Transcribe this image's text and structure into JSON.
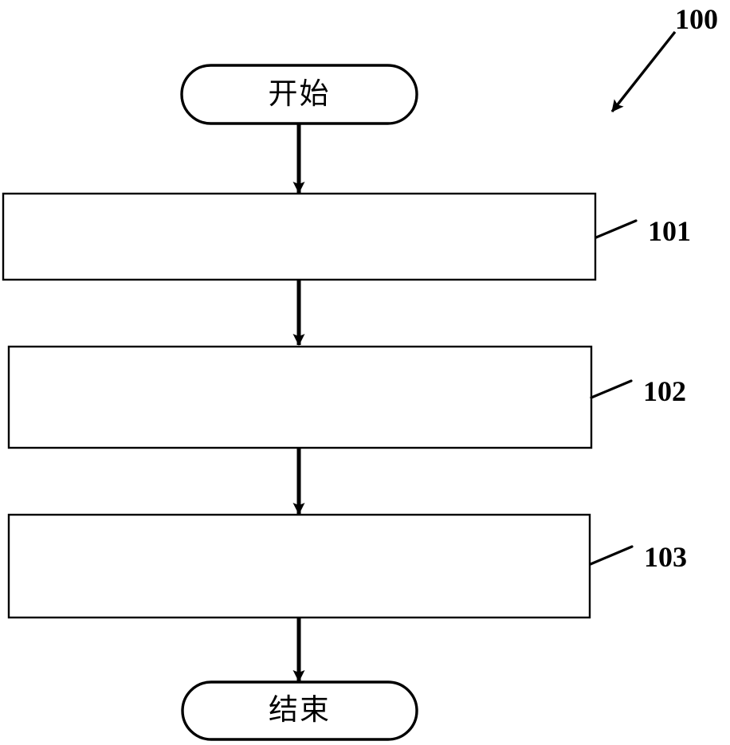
{
  "figure": {
    "reference_numeral": "100",
    "background_color": "#ffffff",
    "stroke_color": "#000000"
  },
  "nodes": {
    "start": {
      "label": "开始",
      "shape": "rounded-terminator"
    },
    "end": {
      "label": "结束",
      "shape": "rounded-terminator"
    },
    "steps": [
      {
        "ref": "101",
        "text": "",
        "shape": "rectangle"
      },
      {
        "ref": "102",
        "text": "",
        "shape": "rectangle"
      },
      {
        "ref": "103",
        "text": "",
        "shape": "rectangle"
      }
    ]
  },
  "connectors": [
    {
      "from": "start",
      "to": "101",
      "arrow": "down"
    },
    {
      "from": "101",
      "to": "102",
      "arrow": "down"
    },
    {
      "from": "102",
      "to": "103",
      "arrow": "down"
    },
    {
      "from": "103",
      "to": "end",
      "arrow": "down"
    }
  ]
}
